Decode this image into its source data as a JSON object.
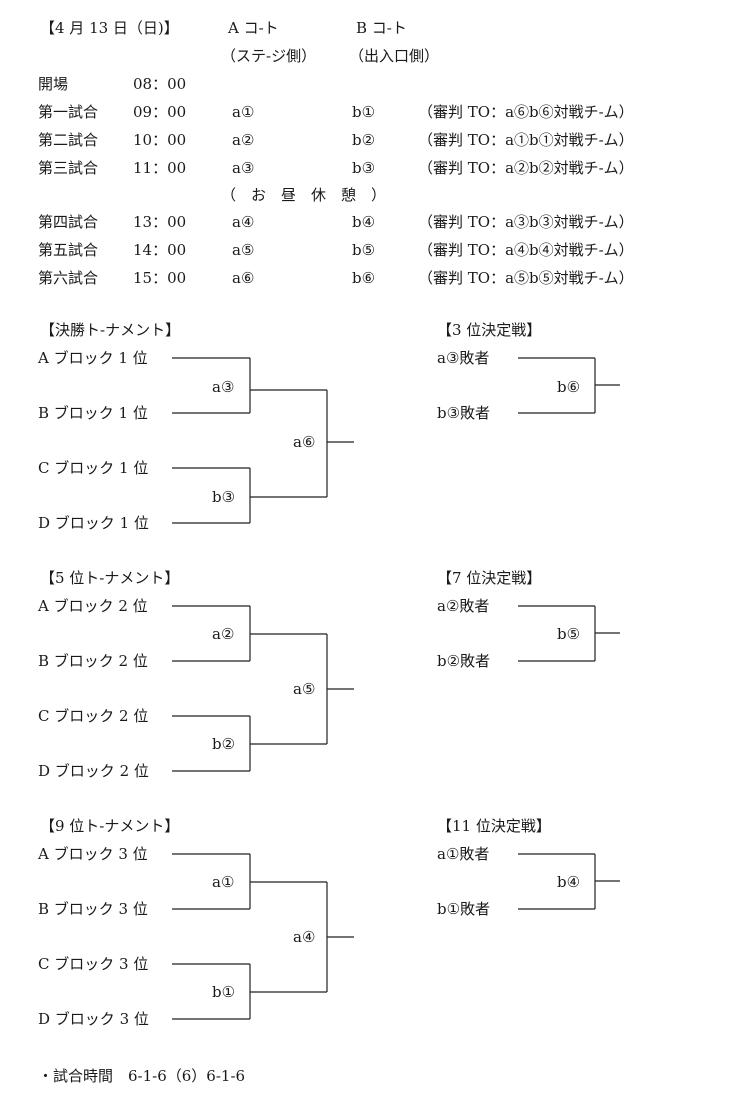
{
  "header": {
    "date": "【4 月 13 日（日)】",
    "court_a": "A コ-ト",
    "court_b": "B コ-ト",
    "court_a_side": "（ステ-ジ側）",
    "court_b_side": "（出入口側）"
  },
  "schedule": {
    "opening": {
      "label": "開場",
      "time": "08：00"
    },
    "matches": [
      {
        "label": "第一試合",
        "time": "09：00",
        "a": "a①",
        "b": "b①",
        "referee": "（審判 TO：a⑥b⑥対戦チ-ム）"
      },
      {
        "label": "第二試合",
        "time": "10：00",
        "a": "a②",
        "b": "b②",
        "referee": "（審判 TO：a①b①対戦チ-ム）"
      },
      {
        "label": "第三試合",
        "time": "11：00",
        "a": "a③",
        "b": "b③",
        "referee": "（審判 TO：a②b②対戦チ-ム）"
      },
      {
        "label": "第四試合",
        "time": "13：00",
        "a": "a④",
        "b": "b④",
        "referee": "（審判 TO：a③b③対戦チ-ム）"
      },
      {
        "label": "第五試合",
        "time": "14：00",
        "a": "a⑤",
        "b": "b⑤",
        "referee": "（審判 TO：a④b④対戦チ-ム）"
      },
      {
        "label": "第六試合",
        "time": "15：00",
        "a": "a⑥",
        "b": "b⑥",
        "referee": "（審判 TO：a⑤b⑤対戦チ-ム）"
      }
    ],
    "lunch": "（　お　昼　休　憩　）"
  },
  "tournaments": [
    {
      "title": "【決勝ト-ナメント】",
      "teams": [
        "A ブロック 1 位",
        "B ブロック 1 位",
        "C ブロック 1 位",
        "D ブロック 1 位"
      ],
      "semi_top": "a③",
      "semi_bottom": "b③",
      "final": "a⑥"
    },
    {
      "title": "【5 位ト-ナメント】",
      "teams": [
        "A ブロック 2 位",
        "B ブロック 2 位",
        "C ブロック 2 位",
        "D ブロック 2 位"
      ],
      "semi_top": "a②",
      "semi_bottom": "b②",
      "final": "a⑤"
    },
    {
      "title": "【9 位ト-ナメント】",
      "teams": [
        "A ブロック 3 位",
        "B ブロック 3 位",
        "C ブロック 3 位",
        "D ブロック 3 位"
      ],
      "semi_top": "a①",
      "semi_bottom": "b①",
      "final": "a④"
    }
  ],
  "placement_matches": [
    {
      "title": "【3 位決定戦】",
      "teams": [
        "a③敗者",
        "b③敗者"
      ],
      "match": "b⑥"
    },
    {
      "title": "【7 位決定戦】",
      "teams": [
        "a②敗者",
        "b②敗者"
      ],
      "match": "b⑤"
    },
    {
      "title": "【11 位決定戦】",
      "teams": [
        "a①敗者",
        "b①敗者"
      ],
      "match": "b④"
    }
  ],
  "footer": {
    "match_time": "・試合時間　6-1-6（6）6-1-6"
  }
}
